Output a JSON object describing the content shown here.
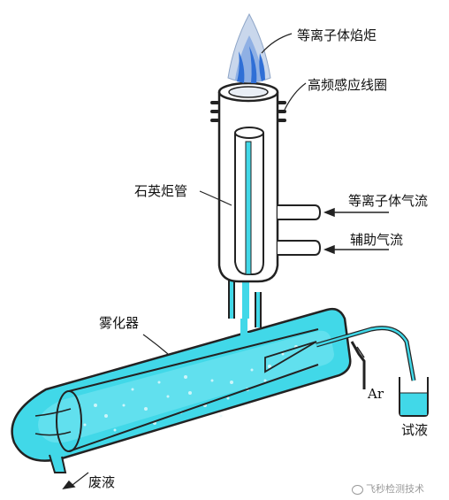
{
  "labels": {
    "plasma_torch": "等离子体焰炬",
    "rf_coil": "高频感应线圈",
    "quartz_torch_tube": "石英炬管",
    "plasma_gas_flow": "等离子体气流",
    "auxiliary_gas_flow": "辅助气流",
    "nebulizer": "雾化器",
    "argon": "Ar",
    "sample_solution": "试液",
    "waste_liquid": "废液"
  },
  "watermark": {
    "text": "飞秒检测技术"
  },
  "colors": {
    "liquid": "#41d8e8",
    "glass_outline": "#222222",
    "flame_blue": "#2f6fd6",
    "flame_tip": "#c9d7ec",
    "background": "#ffffff"
  }
}
